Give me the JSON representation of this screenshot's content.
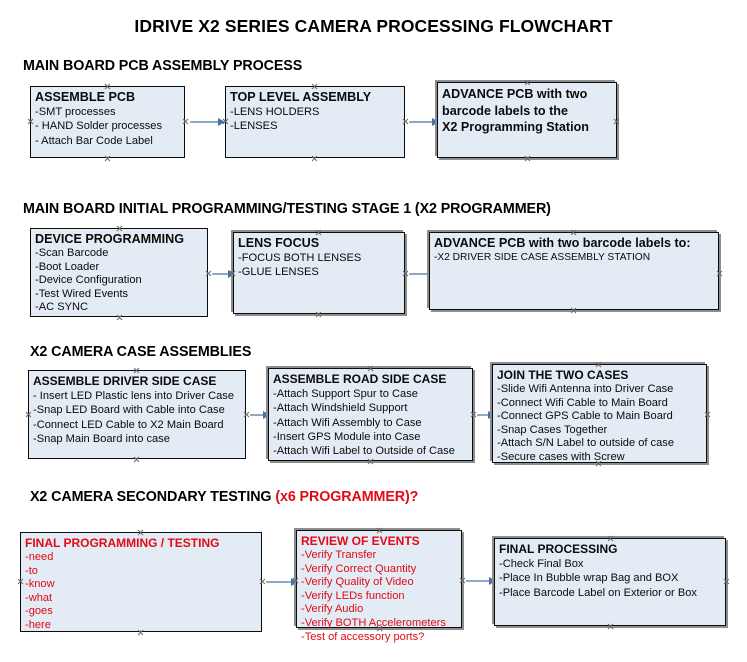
{
  "document": {
    "title": "IDRIVE X2  SERIES CAMERA PROCESSING FLOWCHART"
  },
  "sections": [
    {
      "id": "pcb-assembly",
      "heading": "MAIN BOARD PCB ASSEMBLY PROCESS",
      "heading_accent": "",
      "boxes": [
        {
          "id": "assemble-pcb",
          "title": "ASSEMBLE PCB",
          "lines": [
            "-SMT processes",
            "- HAND Solder processes",
            "- Attach Bar Code Label"
          ]
        },
        {
          "id": "top-level-assembly",
          "title": "TOP LEVEL ASSEMBLY",
          "lines": [
            "-LENS HOLDERS",
            "-LENSES"
          ]
        },
        {
          "id": "advance-pcb-programming-station",
          "title_lines": [
            "ADVANCE PCB with two",
            "barcode labels to the",
            " X2 Programming Station"
          ],
          "lines": []
        }
      ]
    },
    {
      "id": "initial-programming",
      "heading": "MAIN BOARD INITIAL PROGRAMMING/TESTING STAGE 1 (X2 PROGRAMMER)",
      "heading_accent": "",
      "boxes": [
        {
          "id": "device-programming",
          "title": "DEVICE PROGRAMMING",
          "lines": [
            "-Scan Barcode",
            "-Boot Loader",
            "-Device Configuration",
            "-Test Wired Events",
            "-AC SYNC"
          ]
        },
        {
          "id": "lens-focus",
          "title": "LENS FOCUS",
          "lines": [
            "-FOCUS BOTH LENSES",
            "-GLUE LENSES"
          ]
        },
        {
          "id": "advance-pcb-driver-side-case",
          "title": "ADVANCE PCB with two barcode labels to:",
          "lines": [
            "-X2 DRIVER  SIDE  CASE  ASSEMBLY STATION"
          ]
        }
      ]
    },
    {
      "id": "case-assemblies",
      "heading": "X2 CAMERA CASE ASSEMBLIES",
      "heading_accent": "",
      "boxes": [
        {
          "id": "assemble-driver-side-case",
          "title": "ASSEMBLE DRIVER SIDE CASE",
          "lines": [
            "- Insert LED Plastic lens into Driver Case",
            "-Snap LED Board with Cable into Case",
            "-Connect LED Cable to X2 Main Board",
            "-Snap Main Board into case"
          ]
        },
        {
          "id": "assemble-road-side-case",
          "title": "ASSEMBLE ROAD SIDE CASE",
          "lines": [
            "-Attach Support Spur to Case",
            "-Attach Windshield Support",
            "-Attach Wifi Assembly to Case",
            "-Insert GPS Module into Case",
            "-Attach Wifi Label to Outside of Case"
          ]
        },
        {
          "id": "join-the-two-cases",
          "title": "JOIN THE TWO CASES",
          "lines": [
            "-Slide Wifi Antenna into Driver Case",
            "-Connect Wifi Cable to Main Board",
            "-Connect GPS Cable to Main Board",
            "-Snap Cases Together",
            "-Attach S/N Label to outside of case",
            "-Secure cases with Screw"
          ]
        }
      ]
    },
    {
      "id": "secondary-testing",
      "heading": "X2 CAMERA SECONDARY TESTING ",
      "heading_accent": "(x6 PROGRAMMER)?",
      "boxes": [
        {
          "id": "final-programming-testing",
          "title": "FINAL PROGRAMMING / TESTING",
          "lines": [
            "-need",
            "-to",
            "-know",
            "-what",
            "-goes",
            "-here"
          ]
        },
        {
          "id": "review-of-events",
          "title": "REVIEW OF EVENTS",
          "lines": [
            "-Verify Transfer",
            "-Verify Correct Quantity",
            "-Verify Quality of Video",
            "-Verify LEDs function",
            "-Verify Audio",
            "-Verify BOTH Accelerometers",
            "-Test of accessory ports?"
          ]
        },
        {
          "id": "final-processing",
          "title": "FINAL PROCESSING",
          "lines": [
            " -Check Final Box",
            "-Place In Bubble wrap Bag and BOX",
            "-Place Barcode Label on Exterior or Box"
          ]
        }
      ]
    }
  ],
  "colors": {
    "box_fill": "#e3ebf5",
    "box_border": "#0b0b0b",
    "frame_gray": "#8d8d8d",
    "arrow_shaft": "#8fa8c4",
    "arrow_head": "#4472a8",
    "accent_red": "#e00b16",
    "text": "#0b0b0b",
    "background": "#ffffff"
  }
}
